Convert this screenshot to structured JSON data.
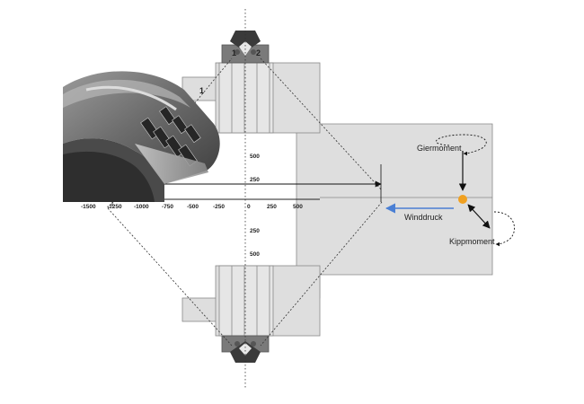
{
  "diagram": {
    "part_label": "1",
    "bearing_labels": [
      "1",
      "2"
    ],
    "x_ticks": [
      "-1500",
      "-1250",
      "-1000",
      "-750",
      "-500",
      "-250",
      "0",
      "250",
      "500"
    ],
    "y_ticks_up": [
      "500",
      "250"
    ],
    "y_ticks_down": [
      "250",
      "500"
    ],
    "forces": {
      "yaw": "Giermoment",
      "wind": "Winddruck",
      "tilt": "Kippmoment"
    },
    "colors": {
      "wind_arrow": "#4a7fd4",
      "load_point": "#f0a020",
      "housing": "#dedede"
    }
  }
}
